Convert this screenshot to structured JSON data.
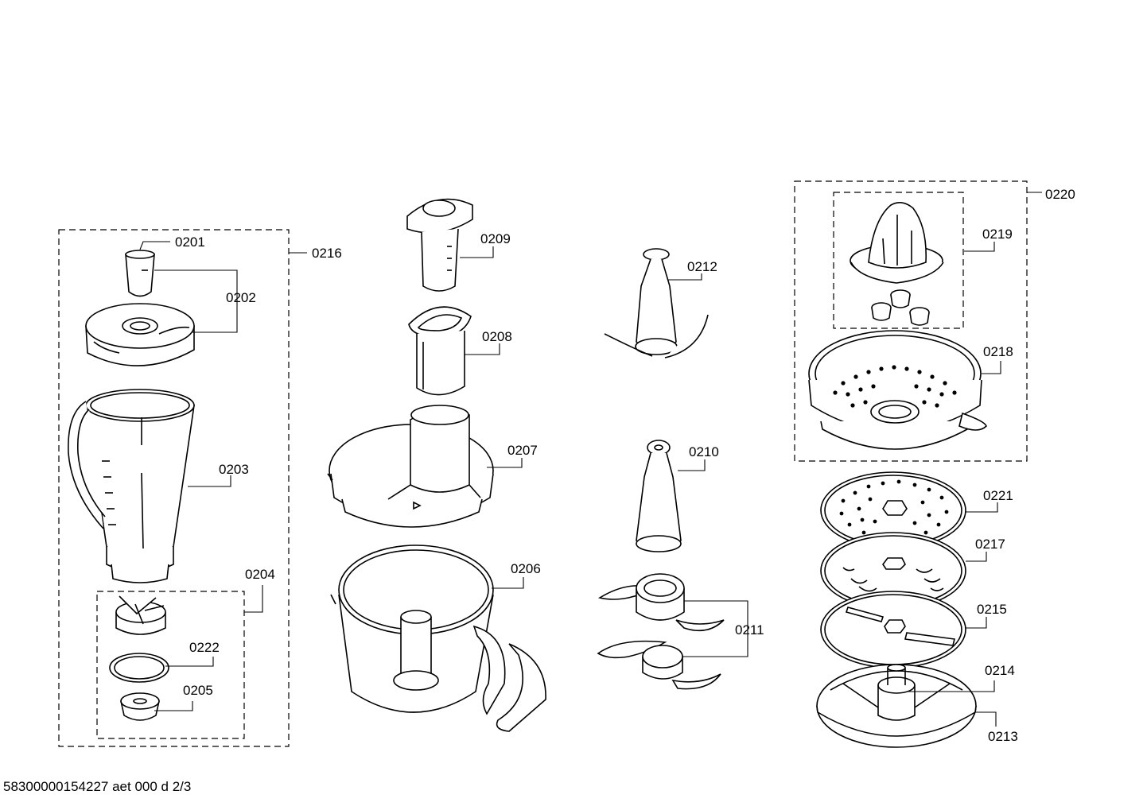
{
  "labels": {
    "p0201": "0201",
    "p0202": "0202",
    "p0203": "0203",
    "p0204": "0204",
    "p0205": "0205",
    "p0206": "0206",
    "p0207": "0207",
    "p0208": "0208",
    "p0209": "0209",
    "p0210": "0210",
    "p0211": "0211",
    "p0212": "0212",
    "p0213": "0213",
    "p0214": "0214",
    "p0215": "0215",
    "p0216": "0216",
    "p0217": "0217",
    "p0218": "0218",
    "p0219": "0219",
    "p0220": "0220",
    "p0221": "0221",
    "p0222": "0222"
  },
  "footer": "58300000154227 aet 000 d 2/3"
}
